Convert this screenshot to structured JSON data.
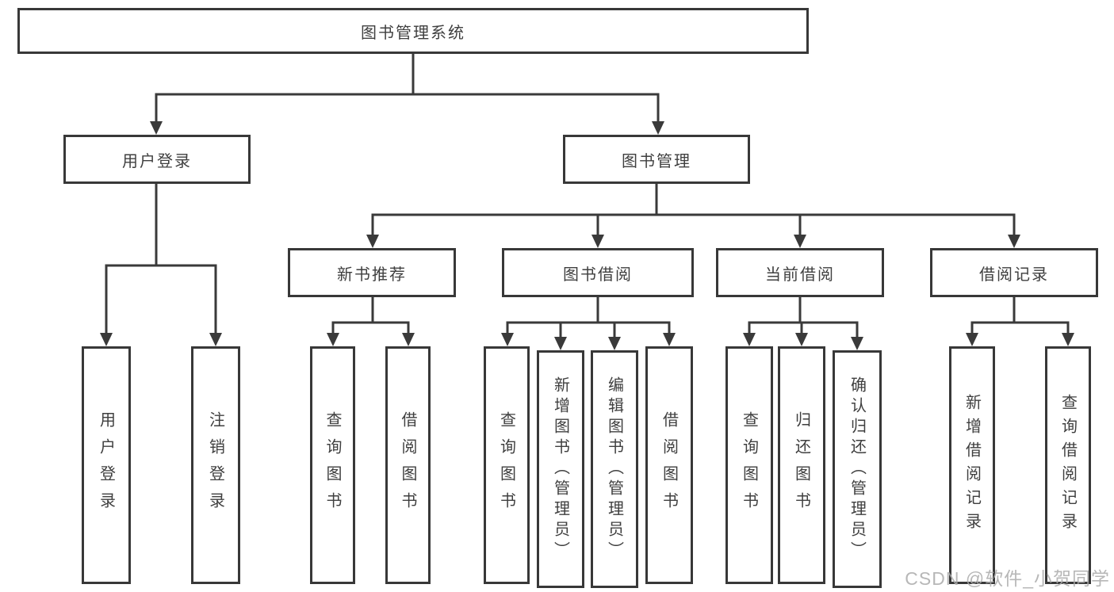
{
  "tree": {
    "label": "图书管理系统",
    "children": [
      {
        "label": "用户登录",
        "children": [
          {
            "label": "用户登录"
          },
          {
            "label": "注销登录"
          }
        ]
      },
      {
        "label": "图书管理",
        "children": [
          {
            "label": "新书推荐",
            "children": [
              {
                "label": "查询图书"
              },
              {
                "label": "借阅图书"
              }
            ]
          },
          {
            "label": "图书借阅",
            "children": [
              {
                "label": "查询图书"
              },
              {
                "label": "新增图书（管理员）"
              },
              {
                "label": "编辑图书（管理员）"
              },
              {
                "label": "借阅图书"
              }
            ]
          },
          {
            "label": "当前借阅",
            "children": [
              {
                "label": "查询图书"
              },
              {
                "label": "归还图书"
              },
              {
                "label": "确认归还（管理员）"
              }
            ]
          },
          {
            "label": "借阅记录",
            "children": [
              {
                "label": "新增借阅记录"
              },
              {
                "label": "查询借阅记录"
              }
            ]
          }
        ]
      }
    ]
  },
  "watermark": "CSDN @软件_小贺同学",
  "colors": {
    "line": "#3a3a3a",
    "box_border": "#383838",
    "text": "#3f3f3f",
    "watermark": "#aaaaaa",
    "background": "#ffffff"
  }
}
